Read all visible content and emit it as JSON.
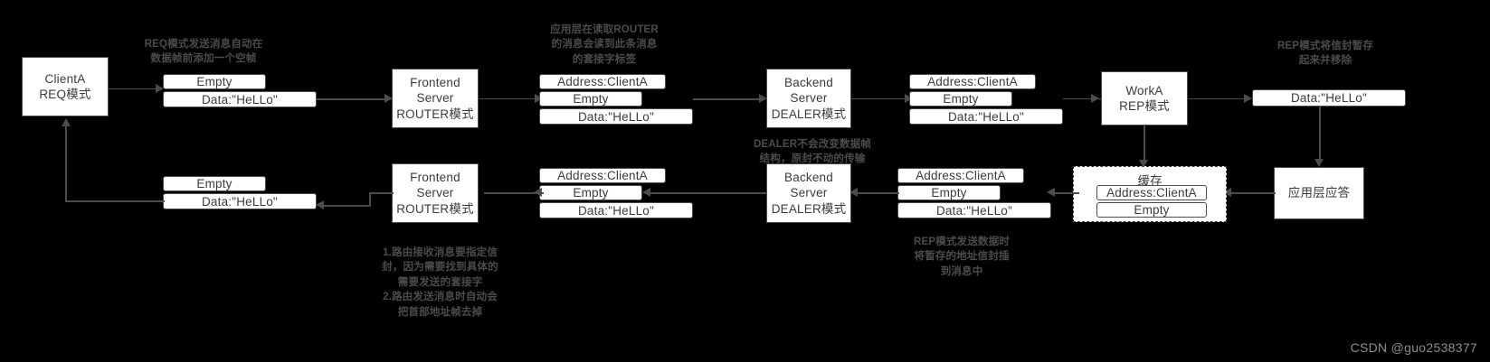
{
  "diagram": {
    "title": "ZeroMQ REQ/ROUTER/DEALER/REP message envelope flow",
    "background_color": "#000000",
    "box_fill": "#ffffff",
    "box_border": "#4c4c4c",
    "text_color": "#3b3b3b",
    "note_color": "#4b4b4b"
  },
  "nodes": {
    "client_a": {
      "line1": "ClientA",
      "line2": "REQ模式"
    },
    "frontend_top": {
      "line1": "Frontend",
      "line2": "Server",
      "line3": "ROUTER模式"
    },
    "backend_top": {
      "line1": "Backend",
      "line2": "Server",
      "line3": "DEALER模式"
    },
    "worka": {
      "line1": "WorkA",
      "line2": "REP模式"
    },
    "frontend_bottom": {
      "line1": "Frontend",
      "line2": "Server",
      "line3": "ROUTER模式"
    },
    "backend_bottom": {
      "line1": "Backend",
      "line2": "Server",
      "line3": "DEALER模式"
    },
    "app_reply": {
      "line1": "应用层应答"
    },
    "cache": {
      "title": "缓存"
    }
  },
  "frames": {
    "empty": "Empty",
    "data": "Data:\"HeLLo\"",
    "address": "Address:ClientA"
  },
  "msg_top_1": {
    "empty": "Empty",
    "data": "Data:\"HeLLo\""
  },
  "msg_top_2": {
    "address": "Address:ClientA",
    "empty": "Empty",
    "data": "Data:\"HeLLo\""
  },
  "msg_top_3": {
    "address": "Address:ClientA",
    "empty": "Empty",
    "data": "Data:\"HeLLo\""
  },
  "msg_top_4": {
    "data": "Data:\"HeLLo\""
  },
  "msg_bottom_1": {
    "empty": "Empty",
    "data": "Data:\"HeLLo\""
  },
  "msg_bottom_2": {
    "address": "Address:ClientA",
    "empty": "Empty",
    "data": "Data:\"HeLLo\""
  },
  "msg_bottom_3": {
    "address": "Address:ClientA",
    "empty": "Empty",
    "data": "Data:\"HeLLo\""
  },
  "cache_frames": {
    "address": "Address:ClientA",
    "empty": "Empty"
  },
  "notes": {
    "req_send": "REQ模式发送消息自动在\n数据帧前添加一个空帧",
    "app_read_router": "应用层在读取ROUTER\n的消息会读到此条消息\n的套接字标签",
    "rep_store": "REP模式将信封暂存\n起来并移除",
    "dealer_passthrough": "DEALER不会改变数据帧\n结构，原封不动的传输",
    "router_rules": "1.路由接收消息要指定信\n封，因为需要找到具体的\n需要发送的套接字\n2.路由发送消息时自动会\n把首部地址帧去掉",
    "rep_reply": "REP模式发送数据时\n将暂存的地址信封插\n到消息中"
  },
  "watermark": "CSDN @guo2538377"
}
